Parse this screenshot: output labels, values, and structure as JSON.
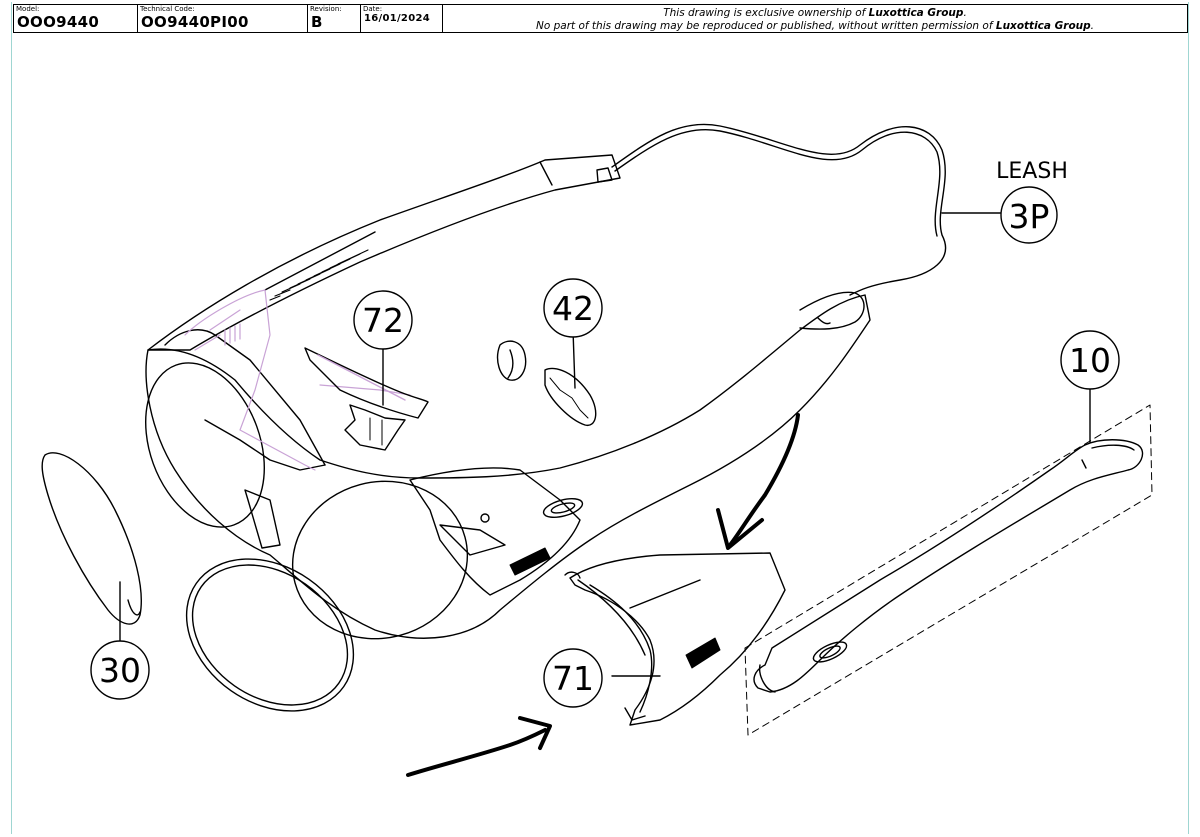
{
  "title_block": {
    "model": {
      "caption": "Model:",
      "value": "OOO9440"
    },
    "technical_code": {
      "caption": "Technical Code:",
      "value": "OO9440PI00"
    },
    "revision": {
      "caption": "Revision:",
      "value": "B"
    },
    "date": {
      "caption": "Date:",
      "value": "16/01/2024"
    },
    "notice_line1_pre": "This drawing is exclusive ownership of ",
    "notice_line1_owner": "Luxottica Group",
    "notice_line1_post": ".",
    "notice_line2_pre": "No part of this drawing may be reproduced or published, without written permission of ",
    "notice_line2_owner": "Luxottica Group",
    "notice_line2_post": "."
  },
  "callouts": {
    "leash_label": "LEASH",
    "leash": "3P",
    "nose_pads": "42",
    "nose_bridge": "72",
    "temple": "10",
    "lens": "30",
    "side_shield": "71"
  },
  "colors": {
    "line": "#000000",
    "accent_pink": "#c9a3d6",
    "sheet_border": "#9fd6d2"
  }
}
